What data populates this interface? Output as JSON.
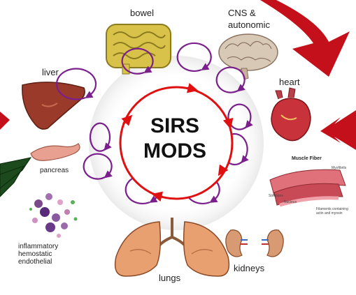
{
  "center": {
    "line1": "SIRS",
    "line2": "MODS"
  },
  "organs": {
    "bowel": "bowel",
    "cns_line1": "CNS &",
    "cns_line2": "autonomic",
    "heart": "heart",
    "liver": "liver",
    "pancreas": "pancreas",
    "inflam_line1": "inflammatory",
    "inflam_line2": "hemostatic",
    "inflam_line3": "endothelial",
    "lungs": "lungs",
    "kidneys": "kidneys"
  },
  "muscle_fiber": {
    "title": "Muscle Fiber",
    "myofibrils": "Myofibrils",
    "striations": "Striations",
    "nucleus": "Nucleus",
    "filaments": "Filaments containing actin and myosin"
  },
  "colors": {
    "central_ring": "#e01010",
    "loops": "#7a1f8c",
    "big_arrows": "#c4101a",
    "green_arrow": "#1c4a1c"
  }
}
